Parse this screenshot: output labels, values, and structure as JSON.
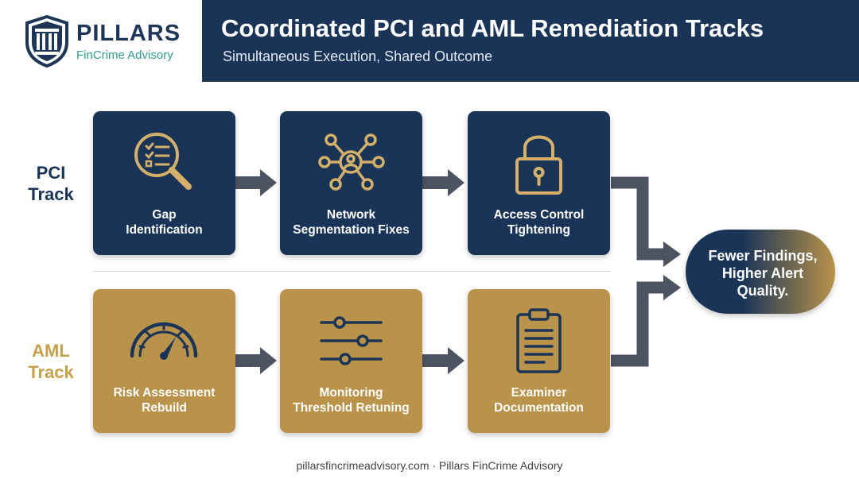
{
  "brand": {
    "name": "PILLARS",
    "tagline": "FinCrime Advisory"
  },
  "header": {
    "title": "Coordinated PCI and AML Remediation Tracks",
    "subtitle": "Simultaneous Execution, Shared Outcome"
  },
  "tracks": {
    "pci": {
      "label_line1": "PCI",
      "label_line2": "Track",
      "steps": [
        {
          "line1": "Gap",
          "line2": "Identification",
          "icon": "magnifier-checklist-icon"
        },
        {
          "line1": "Network",
          "line2": "Segmentation Fixes",
          "icon": "network-nodes-icon"
        },
        {
          "line1": "Access Control",
          "line2": "Tightening",
          "icon": "padlock-icon"
        }
      ]
    },
    "aml": {
      "label_line1": "AML",
      "label_line2": "Track",
      "steps": [
        {
          "line1": "Risk Assessment",
          "line2": "Rebuild",
          "icon": "gauge-icon"
        },
        {
          "line1": "Monitoring",
          "line2": "Threshold Retuning",
          "icon": "sliders-icon"
        },
        {
          "line1": "Examiner",
          "line2": "Documentation",
          "icon": "clipboard-icon"
        }
      ]
    }
  },
  "outcome": {
    "line1": "Fewer Findings,",
    "line2": "Higher Alert",
    "line3": "Quality."
  },
  "footer": "pillarsfincrimeadvisory.com · Pillars FinCrime Advisory",
  "colors": {
    "navy": "#1a3458",
    "gold": "#b9934a",
    "icon_gold": "#d4b06a",
    "teal": "#2e9e8f",
    "arrow": "#4d5461"
  }
}
